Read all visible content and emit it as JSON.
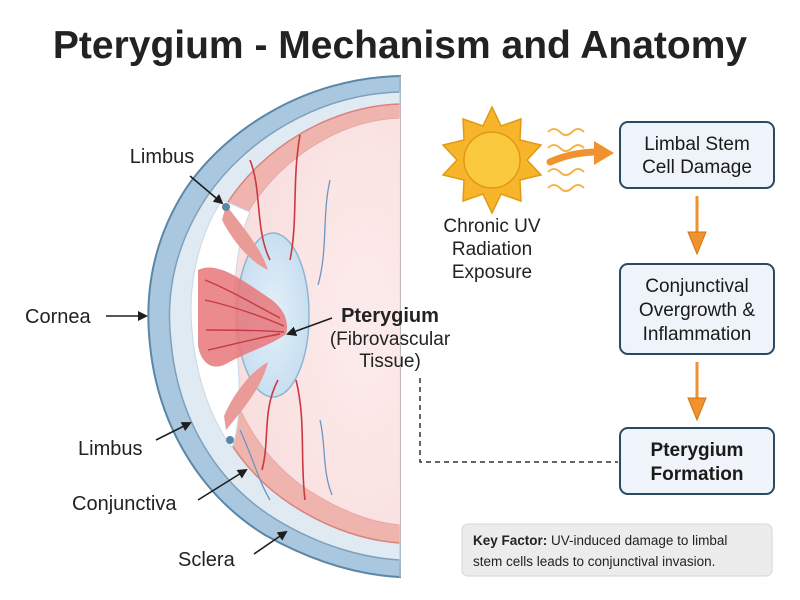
{
  "title": "Pterygium - Mechanism and Anatomy",
  "anatomy": {
    "limbus_top": "Limbus",
    "cornea": "Cornea",
    "limbus_bottom": "Limbus",
    "conjunctiva": "Conjunctiva",
    "sclera": "Sclera",
    "pterygium_title": "Pterygium",
    "pterygium_sub1": "(Fibrovascular",
    "pterygium_sub2": "Tissue)"
  },
  "uv": {
    "line1": "Chronic UV",
    "line2": "Radiation",
    "line3": "Exposure"
  },
  "flow": {
    "step1": [
      "Limbal Stem",
      "Cell Damage"
    ],
    "step2": [
      "Conjunctival",
      "Overgrowth &",
      "Inflammation"
    ],
    "step3": [
      "Pterygium",
      "Formation"
    ]
  },
  "key_factor": {
    "label": "Key Factor:",
    "text1": " UV-induced damage to limbal",
    "text2": "stem cells leads to conjunctival invasion."
  },
  "colors": {
    "sclera_blue": "#7fa9c9",
    "tissue_red": "#e0555a",
    "sun": "#f7b52b",
    "arrow_orange": "#f0922d"
  }
}
